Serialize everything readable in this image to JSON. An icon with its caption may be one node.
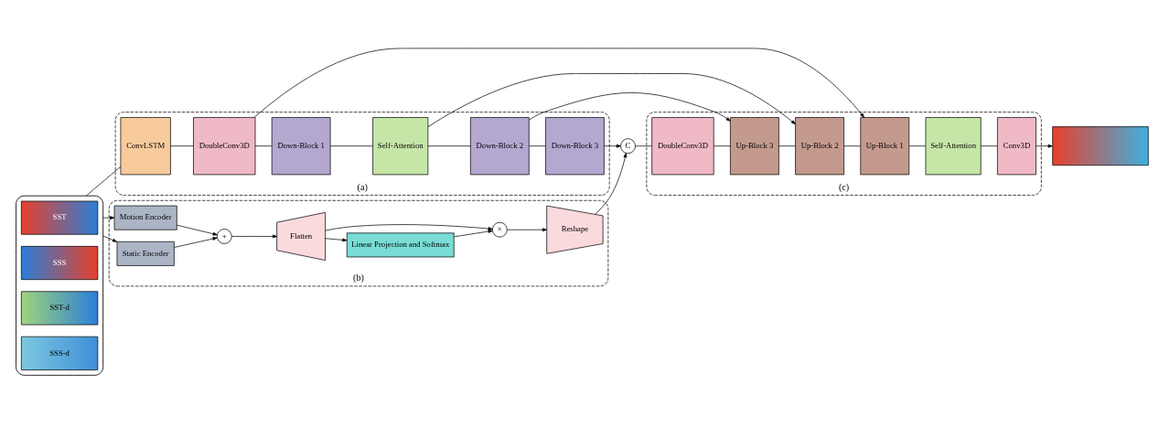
{
  "diagram": {
    "nodes": [
      {
        "text": [],
        "shape": "box"
      },
      {
        "text": [
          "SST"
        ],
        "in": 0
      },
      {
        "text": [
          "SSS"
        ],
        "in": 0
      },
      {
        "text": [
          "SST-d"
        ],
        "in": 0
      },
      {
        "text": [
          "SSS-d"
        ],
        "in": 0
      },
      {
        "text": [
          "(a)"
        ]
      },
      {
        "text": [
          "ConvLSTM"
        ],
        "in": 5
      },
      {
        "text": [
          "DoubleConv3D"
        ],
        "in": 5
      },
      {
        "text": [
          "Down-Block 1"
        ],
        "in": 5
      },
      {
        "text": [
          "Self-Attention"
        ],
        "in": 5
      },
      {
        "text": [
          "Down-Block 2"
        ],
        "in": 5
      },
      {
        "text": [
          "Down-Block 3"
        ],
        "in": 5
      },
      {
        "text": [
          "(b)"
        ]
      },
      {
        "text": [
          "Motion Encoder"
        ],
        "in": 12
      },
      {
        "text": [
          "Static Encoder"
        ],
        "in": 12
      },
      {
        "text": [
          "+"
        ],
        "in": 12
      },
      {
        "text": [
          "Flatten"
        ],
        "in": 12
      },
      {
        "text": [
          "Linear Projection and Softmax"
        ],
        "in": 12
      },
      {
        "text": [
          "×"
        ],
        "in": 12
      },
      {
        "text": [
          "Reshape"
        ],
        "in": 12
      },
      {
        "text": [
          "C"
        ]
      },
      {
        "text": [
          "(c)"
        ]
      },
      {
        "text": [
          "DoubleConv3D"
        ],
        "in": 21
      },
      {
        "text": [
          "Up-Block 3"
        ],
        "in": 21
      },
      {
        "text": [
          "Up-Block 2"
        ],
        "in": 21
      },
      {
        "text": [
          "Up-Block 1"
        ],
        "in": 21
      },
      {
        "text": [
          "Self-Attention"
        ],
        "in": 21
      },
      {
        "text": [
          "Conv3D"
        ],
        "in": 21
      },
      {
        "text": [],
        "shape": "picture"
      }
    ],
    "edges": [
      {
        "from": 0,
        "to": 6,
        "arrow": "none"
      },
      {
        "from": 6,
        "to": 7,
        "arrow": "none"
      },
      {
        "from": 7,
        "to": 8,
        "arrow": "none"
      },
      {
        "from": 8,
        "to": 9,
        "arrow": "none"
      },
      {
        "from": 9,
        "to": 10,
        "arrow": "none"
      },
      {
        "from": 10,
        "to": 11,
        "arrow": "none"
      },
      {
        "from": 7,
        "to": 25,
        "arrow": "to"
      },
      {
        "from": 9,
        "to": 24,
        "arrow": "to"
      },
      {
        "from": 10,
        "to": 23,
        "arrow": "to"
      },
      {
        "from": 11,
        "to": 20,
        "arrow": "to"
      },
      {
        "from": 0,
        "to": 13,
        "arrow": "to"
      },
      {
        "from": 0,
        "to": 14,
        "arrow": "to"
      },
      {
        "from": 13,
        "to": 15,
        "arrow": "to"
      },
      {
        "from": 14,
        "to": 15,
        "arrow": "to"
      },
      {
        "from": 15,
        "to": 16,
        "arrow": "to"
      },
      {
        "from": 16,
        "to": 17,
        "arrow": "to"
      },
      {
        "from": 16,
        "to": 18,
        "arrow": "to"
      },
      {
        "from": 17,
        "to": 18,
        "arrow": "to"
      },
      {
        "from": 18,
        "to": 19,
        "arrow": "to"
      },
      {
        "from": 19,
        "to": 20,
        "arrow": "to"
      },
      {
        "from": 20,
        "to": 22,
        "arrow": "none"
      },
      {
        "from": 22,
        "to": 23,
        "arrow": "none"
      },
      {
        "from": 23,
        "to": 24,
        "arrow": "none"
      },
      {
        "from": 24,
        "to": 25,
        "arrow": "none"
      },
      {
        "from": 25,
        "to": 26,
        "arrow": "none"
      },
      {
        "from": 26,
        "to": 27,
        "arrow": "none"
      },
      {
        "from": 27,
        "to": 28,
        "arrow": "to"
      }
    ]
  }
}
